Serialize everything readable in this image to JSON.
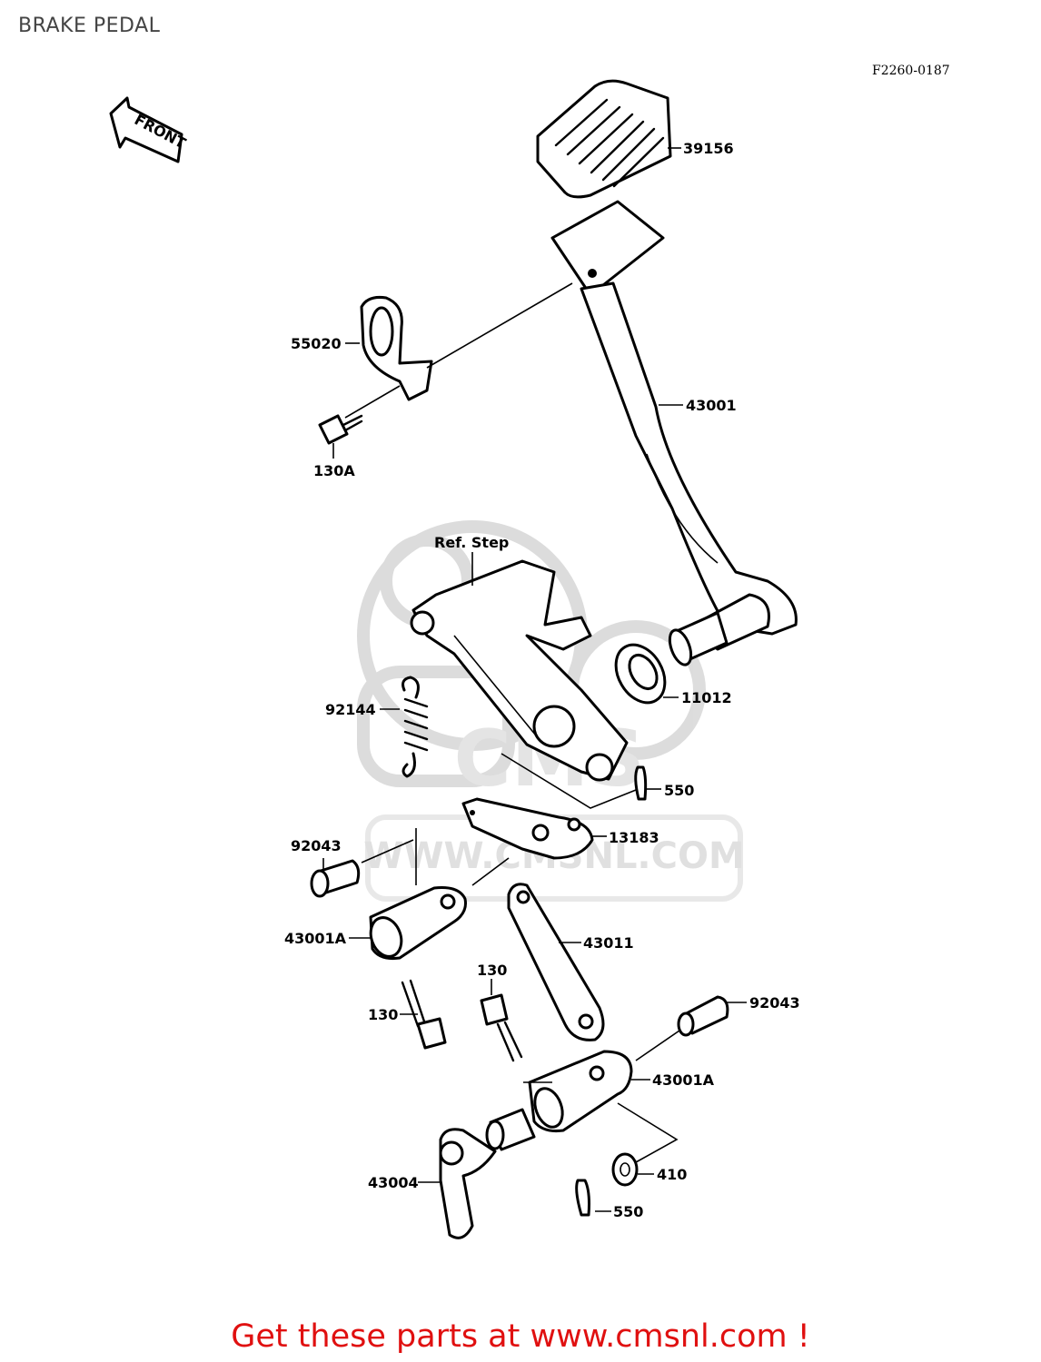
{
  "page_title": "BRAKE PEDAL",
  "figure_code": "F2260-0187",
  "front_arrow_text": "FRONT",
  "reference_label": "Ref. Step",
  "watermark": {
    "text": "WWW.CMSNL.COM",
    "logo_text": "CMS"
  },
  "parts": {
    "p39156": "39156",
    "p55020": "55020",
    "p43001": "43001",
    "p130A": "130A",
    "p11012": "11012",
    "p92144": "92144",
    "p550_top": "550",
    "p13183": "13183",
    "p92043_left": "92043",
    "p43001A_left": "43001A",
    "p43011": "43011",
    "p130_right": "130",
    "p130_left": "130",
    "p92043_right": "92043",
    "p43001A_right": "43001A",
    "p43004": "43004",
    "p410": "410",
    "p550_bottom": "550"
  },
  "promo_text": "Get these parts at www.cmsnl.com !",
  "colors": {
    "promo": "#e01010",
    "title": "#444444",
    "watermark": "#d9d9d9",
    "line": "#000000"
  }
}
